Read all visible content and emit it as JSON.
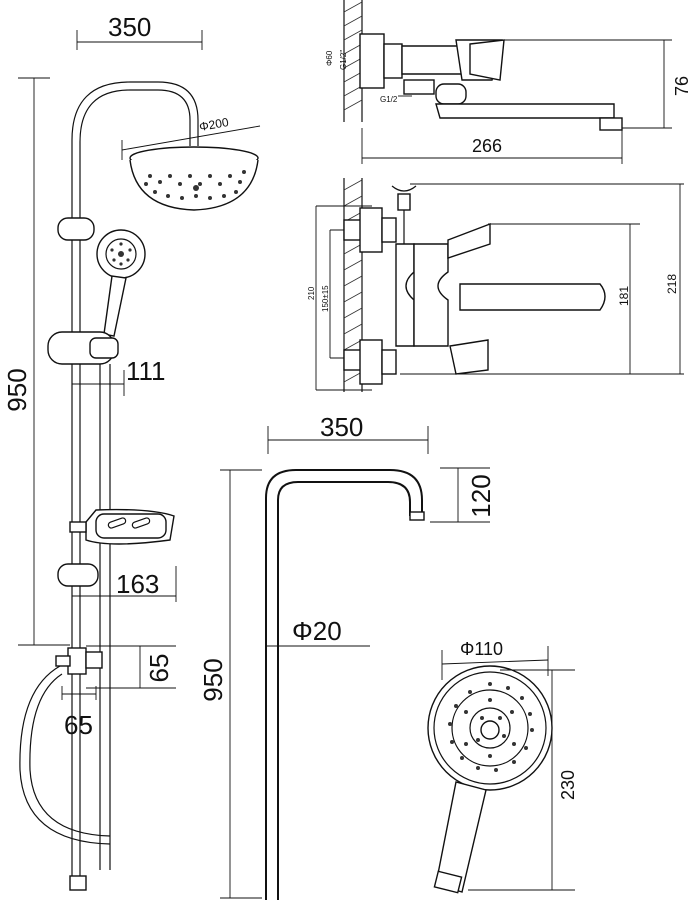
{
  "dims": {
    "main_width": "350",
    "main_height": "950",
    "head_diameter": "Φ200",
    "slider_offset": "111",
    "shelf_offset": "163",
    "diverter_height": "65",
    "diverter_width": "65",
    "mixer_pipe": "Φ60",
    "mixer_thread_top": "G1/2\"",
    "mixer_thread_bottom": "G1/2",
    "spout_length": "266",
    "mixer_height": "76",
    "mixer_side_210": "210",
    "mixer_side_150": "150±15",
    "mixer_side_181": "181",
    "mixer_side_218": "218",
    "riser_width": "350",
    "riser_drop": "120",
    "riser_height": "950",
    "riser_diameter": "Φ20",
    "hand_diameter": "Φ110",
    "hand_length": "230"
  }
}
